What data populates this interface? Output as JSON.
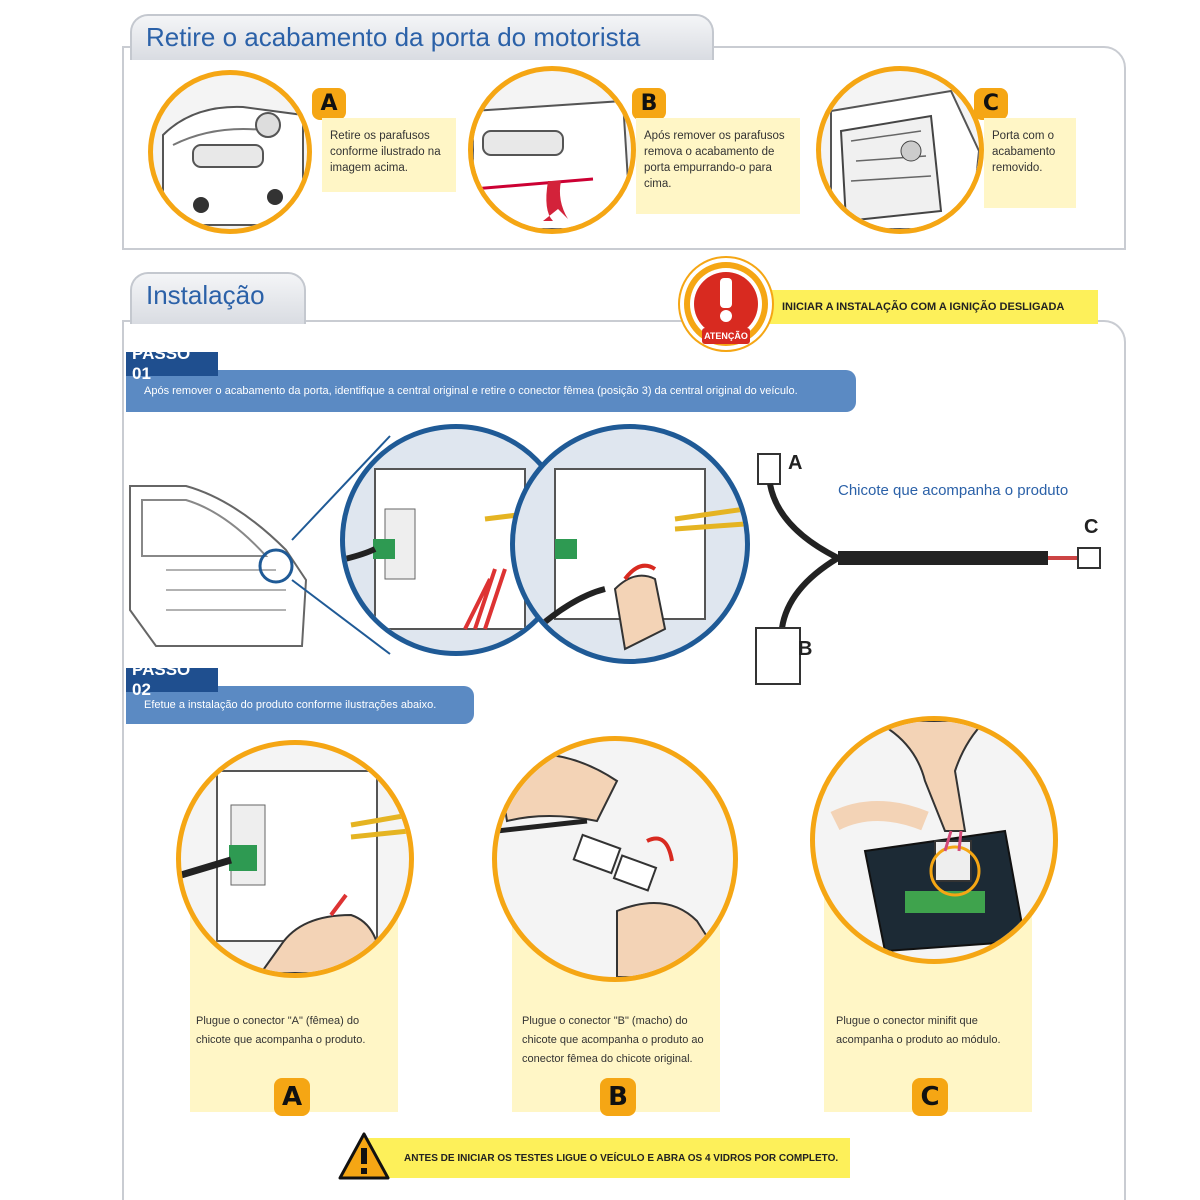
{
  "section1": {
    "title": "Retire o acabamento da porta do motorista",
    "steps": [
      {
        "letter": "A",
        "text": "Retire os parafusos conforme ilustrado na imagem acima."
      },
      {
        "letter": "B",
        "text": "Após remover os parafusos remova o acabamento de porta empurrando-o para cima."
      },
      {
        "letter": "C",
        "text": "Porta com o acabamento removido."
      }
    ]
  },
  "section2": {
    "title": "Instalação",
    "warning": {
      "icon_label": "ATENÇÃO",
      "text": "INICIAR A INSTALAÇÃO COM A IGNIÇÃO DESLIGADA"
    },
    "passo1": {
      "label": "PASSO 01",
      "text": "Após remover o acabamento da porta, identifique a central original e retire o conector fêmea (posição 3) da central original do veículo."
    },
    "harness": {
      "caption": "Chicote que acompanha o produto",
      "a": "A",
      "b": "B",
      "c": "C"
    },
    "passo2": {
      "label": "PASSO 02",
      "text": "Efetue a instalação do produto conforme ilustrações abaixo."
    },
    "cards": [
      {
        "letter": "A",
        "text": "Plugue o conector \"A\" (fêmea) do chicote que acompanha o produto."
      },
      {
        "letter": "B",
        "text": "Plugue o conector \"B\" (macho) do chicote que acompanha o produto ao conector fêmea do chicote original."
      },
      {
        "letter": "C",
        "text": "Plugue o conector minifit que acompanha o produto ao módulo."
      }
    ],
    "bottom_warning": "ANTES DE INICIAR OS TESTES LIGUE O VEÍCULO E ABRA OS 4 VIDROS POR COMPLETO."
  },
  "colors": {
    "accent": "#f5a614",
    "blue": "#5b8ac3",
    "dark_blue": "#1f4f8f",
    "yellow": "#fdf05a",
    "note": "#fff6c6"
  }
}
